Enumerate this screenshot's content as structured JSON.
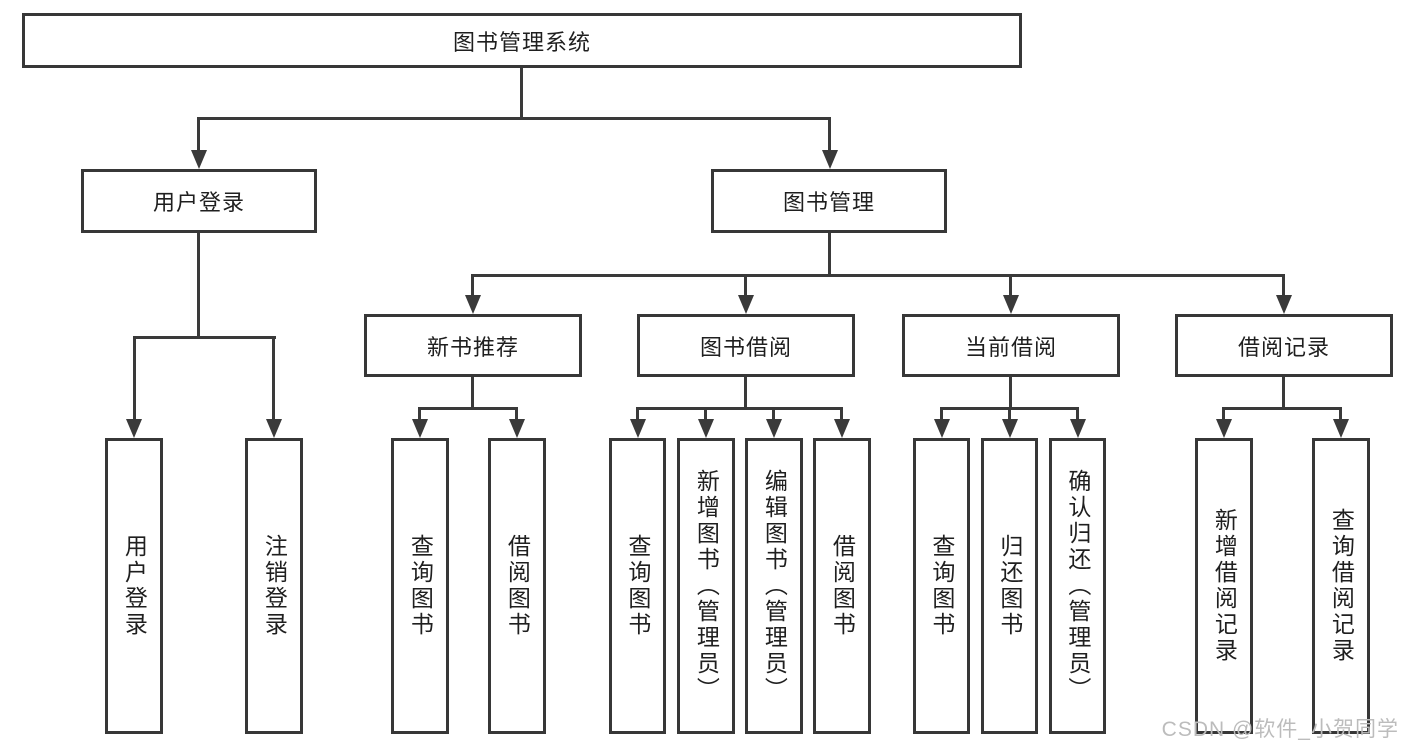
{
  "diagram": {
    "root": {
      "label": "图书管理系统"
    },
    "level2": [
      {
        "label": "用户登录"
      },
      {
        "label": "图书管理"
      }
    ],
    "level3": [
      {
        "label": "新书推荐"
      },
      {
        "label": "图书借阅"
      },
      {
        "label": "当前借阅"
      },
      {
        "label": "借阅记录"
      }
    ],
    "leaves": {
      "user_login": [
        {
          "label": "用户登录"
        },
        {
          "label": "注销登录"
        }
      ],
      "new_book_recommend": [
        {
          "label": "查询图书"
        },
        {
          "label": "借阅图书"
        }
      ],
      "book_borrow": [
        {
          "label": "查询图书"
        },
        {
          "label": "新增图书（管理员）"
        },
        {
          "label": "编辑图书（管理员）"
        },
        {
          "label": "借阅图书"
        }
      ],
      "current_borrow": [
        {
          "label": "查询图书"
        },
        {
          "label": "归还图书"
        },
        {
          "label": "确认归还（管理员）"
        }
      ],
      "borrow_record": [
        {
          "label": "新增借阅记录"
        },
        {
          "label": "查询借阅记录"
        }
      ]
    },
    "colors": {
      "line": "#3a3a3a",
      "border": "#373737",
      "text": "#1f1f1f",
      "background": "#ffffff",
      "watermark_color": "#bcbcbc"
    }
  },
  "watermark": {
    "text": "CSDN @软件_小贺同学"
  }
}
